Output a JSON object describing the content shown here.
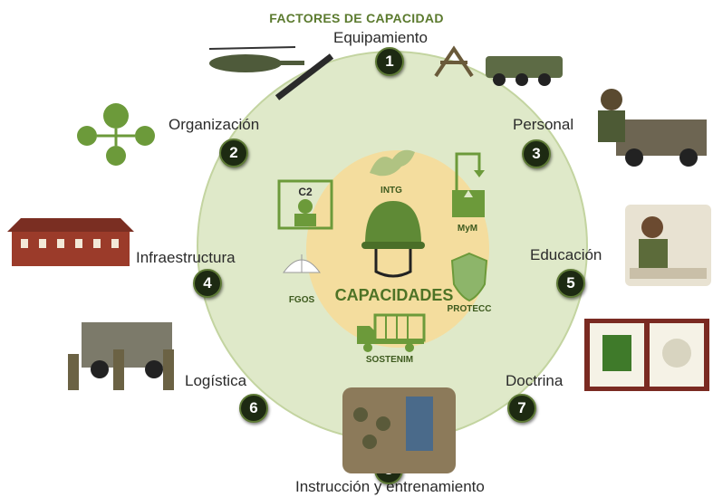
{
  "title": "FACTORES DE CAPACIDAD",
  "center": "CAPACIDADES",
  "factors": [
    {
      "num": "1",
      "label": "Equipamiento"
    },
    {
      "num": "2",
      "label": "Organización"
    },
    {
      "num": "3",
      "label": "Personal"
    },
    {
      "num": "4",
      "label": "Infraestructura"
    },
    {
      "num": "5",
      "label": "Educación"
    },
    {
      "num": "6",
      "label": "Logística"
    },
    {
      "num": "7",
      "label": "Doctrina"
    },
    {
      "num": "8",
      "label": "Instrucción y entrenamiento"
    }
  ],
  "subcapacities": {
    "c2": "C2",
    "intg": "INTG",
    "mym": "MyM",
    "fgos": "FGOS",
    "protecc": "PROTECC",
    "sostenim": "SOSTENIM"
  },
  "colors": {
    "outer": "#dfe9c9",
    "inner": "#f4dd9e",
    "accent": "#5b7a2e",
    "icon": "#6c9a3a"
  }
}
